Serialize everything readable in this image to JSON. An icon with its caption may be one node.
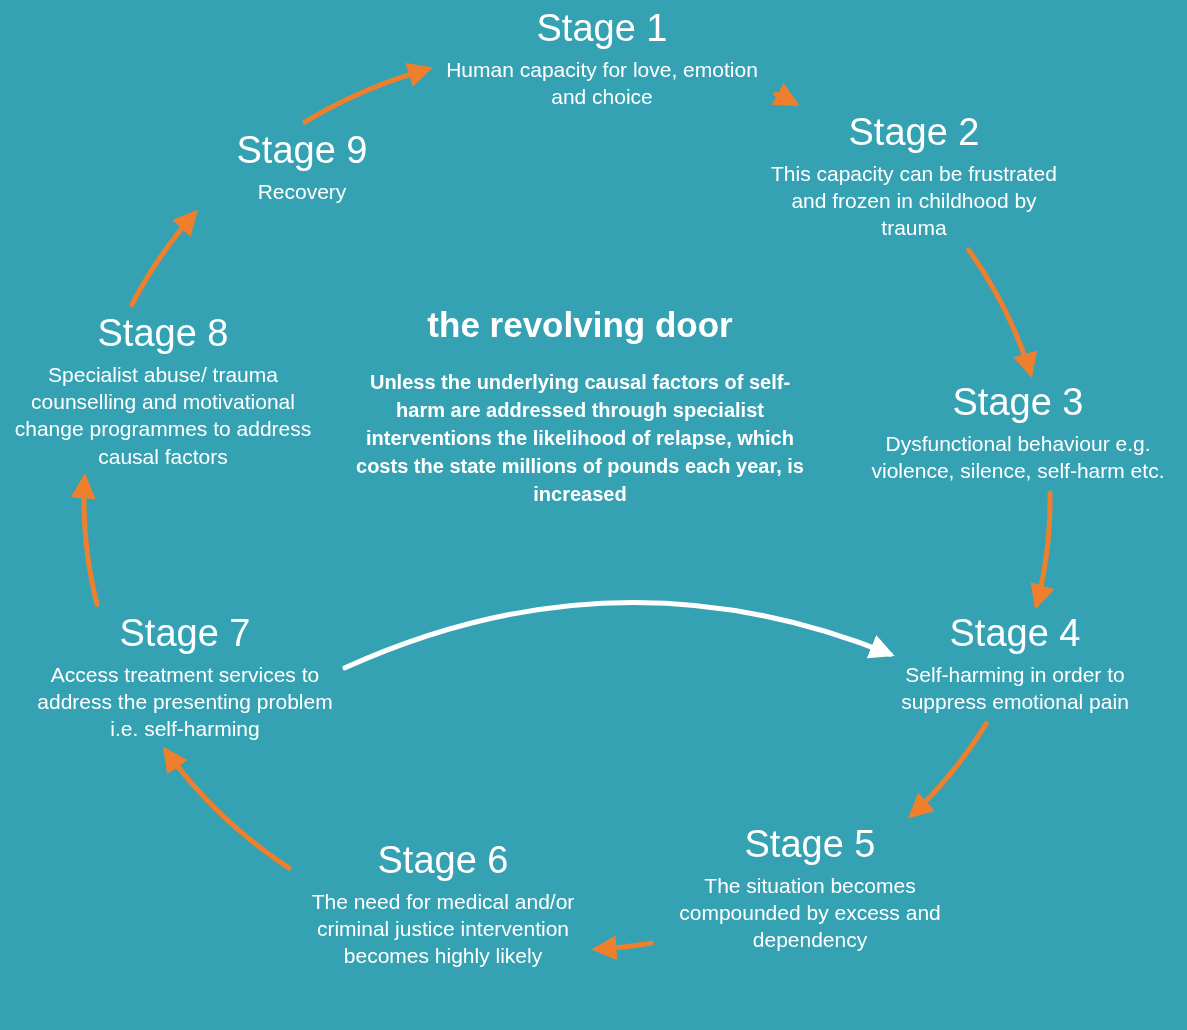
{
  "diagram": {
    "title": "the revolving door",
    "nodes": [
      {
        "text": [
          "Stage 1",
          "Human capacity for love, emotion and choice"
        ]
      },
      {
        "text": [
          "Stage 2",
          "This capacity can be frustrated and frozen in childhood by trauma"
        ]
      },
      {
        "text": [
          "Stage 3",
          "Dysfunctional behaviour e.g. violence, silence, self-harm etc."
        ]
      },
      {
        "text": [
          "Stage 4",
          "Self-harming in order to suppress emotional pain"
        ]
      },
      {
        "text": [
          "Stage 5",
          "The situation becomes compounded by excess and dependency"
        ]
      },
      {
        "text": [
          "Stage 6",
          "The need for medical and/or criminal justice intervention becomes highly likely"
        ]
      },
      {
        "text": [
          "Stage 7",
          "Access treatment services to address the presenting problem i.e. self-harming"
        ]
      },
      {
        "text": [
          "Stage 8",
          "Specialist abuse/ trauma counselling and motivational change programmes to address causal factors"
        ]
      },
      {
        "text": [
          "Stage 9",
          "Recovery"
        ]
      }
    ],
    "edges": [
      {
        "from": 0,
        "to": 1,
        "arrow": "to"
      },
      {
        "from": 1,
        "to": 2,
        "arrow": "to"
      },
      {
        "from": 2,
        "to": 3,
        "arrow": "to"
      },
      {
        "from": 3,
        "to": 4,
        "arrow": "to"
      },
      {
        "from": 4,
        "to": 5,
        "arrow": "to"
      },
      {
        "from": 5,
        "to": 6,
        "arrow": "to"
      },
      {
        "from": 6,
        "to": 7,
        "arrow": "to"
      },
      {
        "from": 7,
        "to": 8,
        "arrow": "to"
      },
      {
        "from": 8,
        "to": 0,
        "arrow": "to"
      },
      {
        "from": 6,
        "to": 3,
        "arrow": "to",
        "color": "#ffffff"
      }
    ],
    "labels": [
      "Unless the underlying causal factors of self-harm are addressed through specialist interventions the likelihood of relapse, which costs the state millions of pounds each year, is increased"
    ]
  }
}
